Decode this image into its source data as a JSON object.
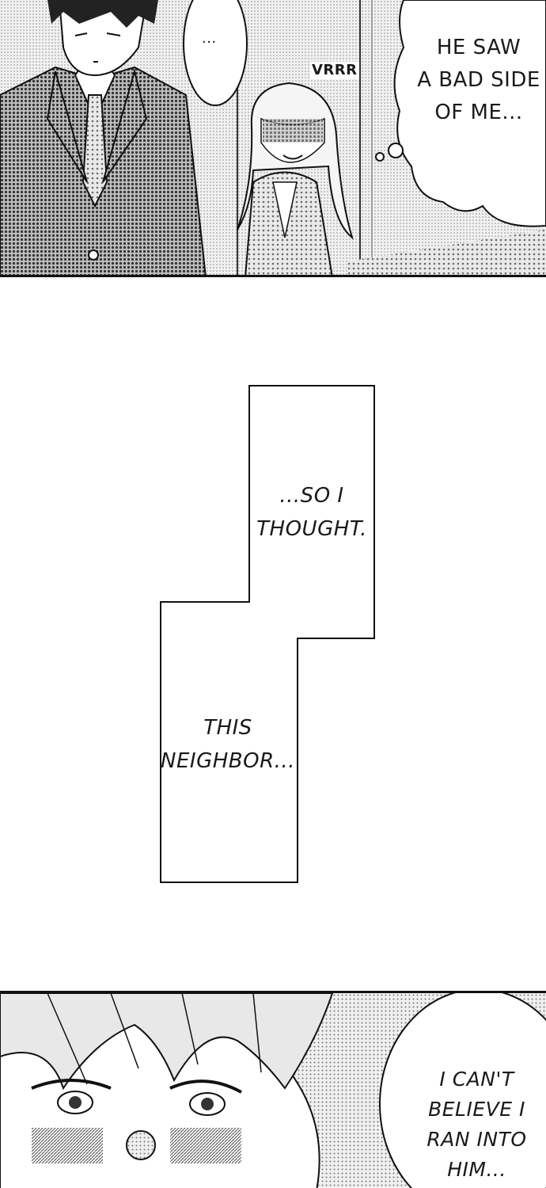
{
  "panel_top": {
    "speech_ellipsis": "...",
    "sfx_vrrr": "VRRR",
    "thought_lines": [
      "HE SAW",
      "A BAD SIDE",
      "OF ME..."
    ]
  },
  "narration": {
    "box1_lines": [
      "...SO I",
      "THOUGHT."
    ],
    "box2_lines": [
      "THIS",
      "NEIGHBOR..."
    ]
  },
  "panel_bottom": {
    "speech_lines": [
      "I CAN'T",
      "BELIEVE I",
      "RAN INTO",
      "HIM..."
    ]
  }
}
